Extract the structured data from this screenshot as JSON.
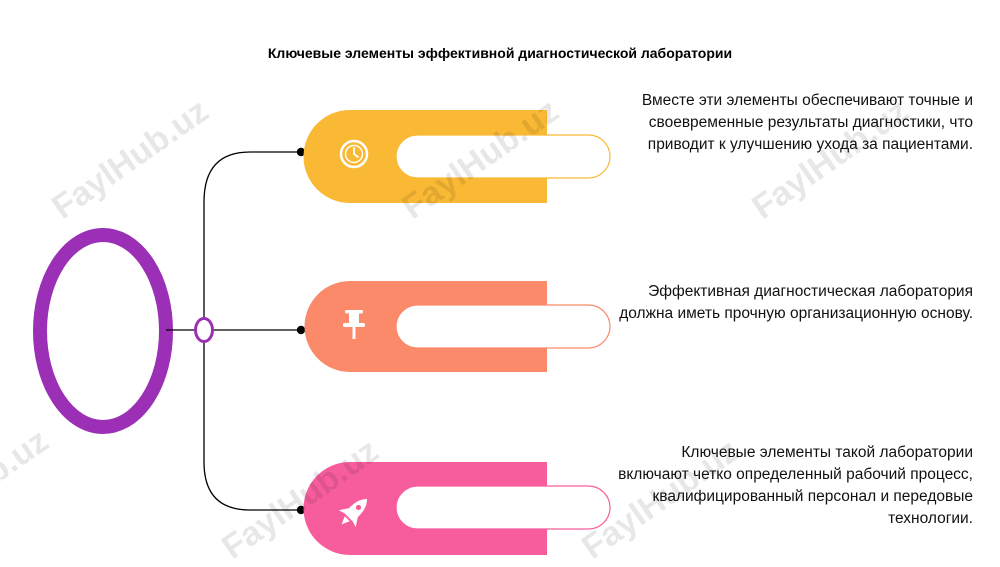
{
  "title": "Ключевые элементы эффективной диагностической лаборатории",
  "watermark": "FaylHub.uz",
  "items": [
    {
      "icon": "clock-icon",
      "color": "#F9B934",
      "text": "Вместе эти элементы обеспечивают точные и своевременные результаты диагностики, что приводит к улучшению ухода за пациентами."
    },
    {
      "icon": "pushpin-icon",
      "color": "#FA8A6A",
      "text": "Эффективная диагностическая лаборатория должна иметь прочную организационную основу."
    },
    {
      "icon": "rocket-icon",
      "color": "#F75D9C",
      "text": "Ключевые элементы такой лаборатории включают четко определенный рабочий процесс, квалифицированный персонал и передовые технологии."
    }
  ],
  "colors": {
    "ring": "#9B2FB5",
    "connector": "#000000"
  }
}
